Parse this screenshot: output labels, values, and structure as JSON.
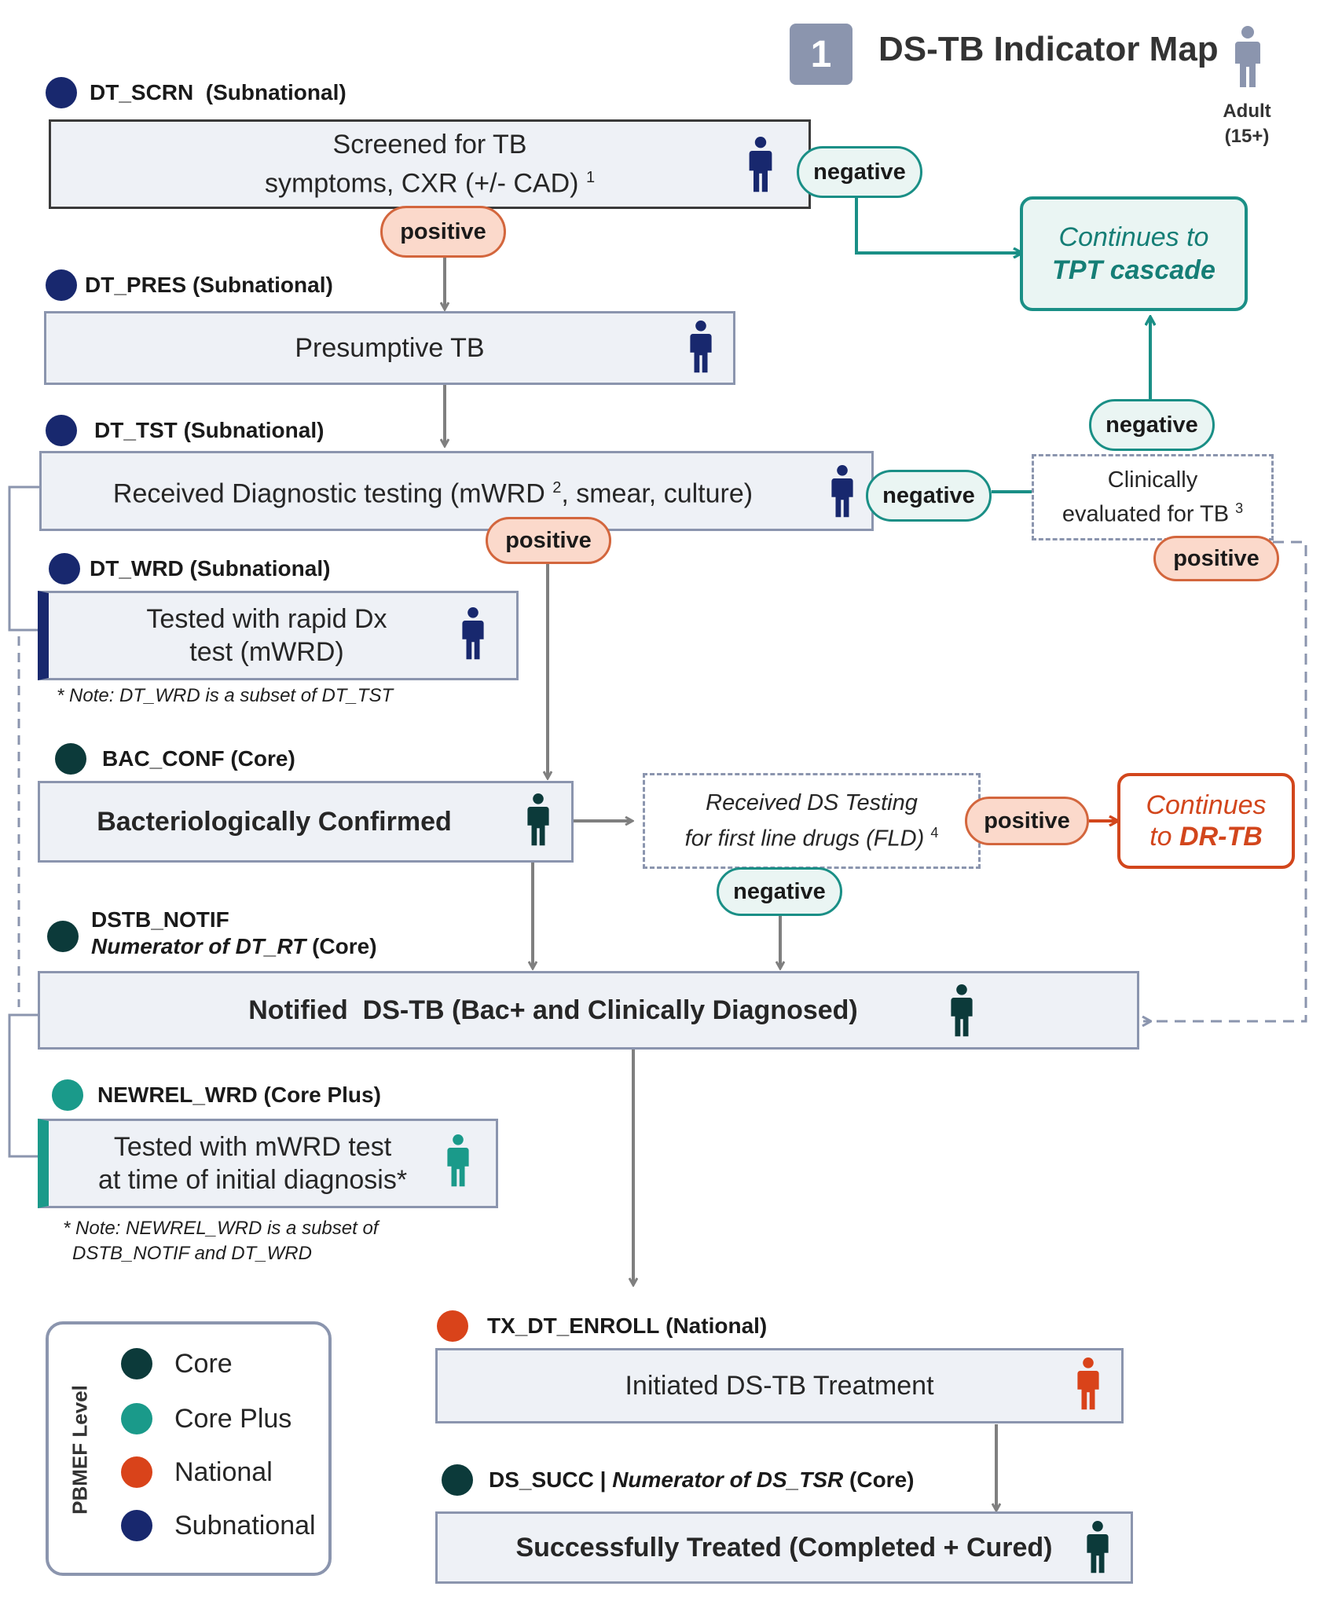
{
  "header": {
    "badge_number": "1",
    "title": "DS-TB Indicator Map",
    "audience_line1": "Adult",
    "audience_line2": "(15+)"
  },
  "colors": {
    "core": "#0c3a3a",
    "core_plus": "#1a9a8a",
    "national": "#d9431a",
    "subnational": "#18286e",
    "negative_border": "#1a8f86",
    "positive_border": "#d3663d",
    "box_border": "#8b95ae",
    "tpt_border": "#1a8f86",
    "drtb_border": "#d2461c"
  },
  "indicators": {
    "dt_scrn": {
      "code": "DT_SCRN",
      "level": "(Subnational)"
    },
    "dt_pres": {
      "code": "DT_PRES",
      "level": "(Subnational)"
    },
    "dt_tst": {
      "code": "DT_TST",
      "level": "(Subnational)"
    },
    "dt_wrd": {
      "code": "DT_WRD",
      "level": "(Subnational)"
    },
    "bac_conf": {
      "code": "BAC_CONF",
      "level": "(Core)"
    },
    "dstb_notif": {
      "code": "DSTB_NOTIF",
      "sub": "Numerator of DT_RT",
      "level": "(Core)"
    },
    "newrel_wrd": {
      "code": "NEWREL_WRD",
      "level": "(Core Plus)"
    },
    "tx_dt_enroll": {
      "code": "TX_DT_ENROLL",
      "level": "(National)"
    },
    "ds_succ": {
      "code": "DS_SUCC |",
      "sub": "Numerator of DS_TSR",
      "level": "(Core)"
    }
  },
  "boxes": {
    "screened_l1": "Screened for TB",
    "screened_l2": "symptoms, CXR (+/- CAD)",
    "screened_sup": "1",
    "presumptive": "Presumptive TB",
    "received_dx_a": "Received Diagnostic testing (mWRD",
    "received_dx_sup": "2",
    "received_dx_b": ", smear, culture)",
    "tested_rapid_l1": "Tested with rapid Dx",
    "tested_rapid_l2": "test (mWRD)",
    "bac_confirmed": "Bacteriologically Confirmed",
    "notified": "Notified  DS-TB (Bac+ and Clinically Diagnosed)",
    "tested_mwrd_l1": "Tested with mWRD test",
    "tested_mwrd_l2": "at time of initial diagnosis*",
    "initiated": "Initiated DS-TB Treatment",
    "success": "Successfully Treated (Completed + Cured)",
    "clinically_l1": "Clinically",
    "clinically_l2": "evaluated for TB",
    "clinically_sup": "3",
    "ds_testing_l1": "Received DS Testing",
    "ds_testing_l2": "for first line drugs (FLD)",
    "ds_testing_sup": "4",
    "tpt_l1": "Continues to",
    "tpt_l2": "TPT cascade",
    "drtb_l1": "Continues",
    "drtb_l2a": "to ",
    "drtb_l2b": "DR-TB"
  },
  "pills": {
    "negative": "negative",
    "positive": "positive"
  },
  "notes": {
    "wrd_note": "* Note: DT_WRD is a subset of DT_TST",
    "newrel_note_l1": "* Note: NEWREL_WRD is a subset of",
    "newrel_note_l2": "DSTB_NOTIF and DT_WRD"
  },
  "legend": {
    "title": "PBMEF Level",
    "items": [
      "Core",
      "Core Plus",
      "National",
      "Subnational"
    ]
  }
}
